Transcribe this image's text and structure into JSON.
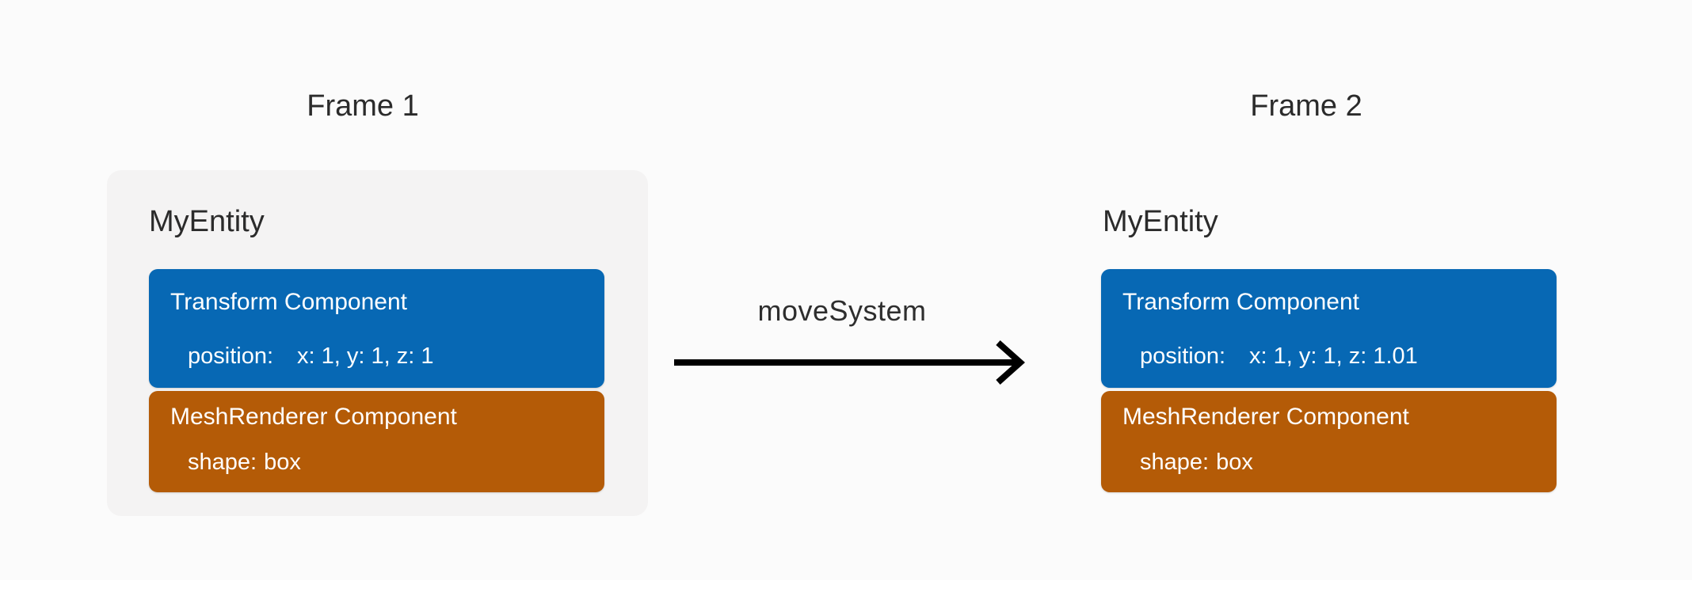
{
  "diagram": {
    "frame1": {
      "title": "Frame 1",
      "entity": {
        "name": "MyEntity",
        "transform": {
          "title": "Transform Component",
          "property_label": "position:",
          "property_value": "x: 1, y: 1, z: 1"
        },
        "mesh": {
          "title": "MeshRenderer Component",
          "property_label": "shape:",
          "property_value": "box"
        }
      }
    },
    "frame2": {
      "title": "Frame 2",
      "entity": {
        "name": "MyEntity",
        "transform": {
          "title": "Transform Component",
          "property_label": "position:",
          "property_value": "x: 1, y: 1, z: 1.01"
        },
        "mesh": {
          "title": "MeshRenderer Component",
          "property_label": "shape:",
          "property_value": "box"
        }
      }
    },
    "arrow": {
      "label": "moveSystem"
    },
    "colors": {
      "background": "#FBFBFB",
      "entity_panel": "#F4F3F3",
      "transform_component": "#0768B4",
      "meshrenderer_component": "#B45B07",
      "text_dark": "#2B2B2B",
      "text_on_component": "#FFFFFF",
      "arrow": "#000000"
    }
  }
}
